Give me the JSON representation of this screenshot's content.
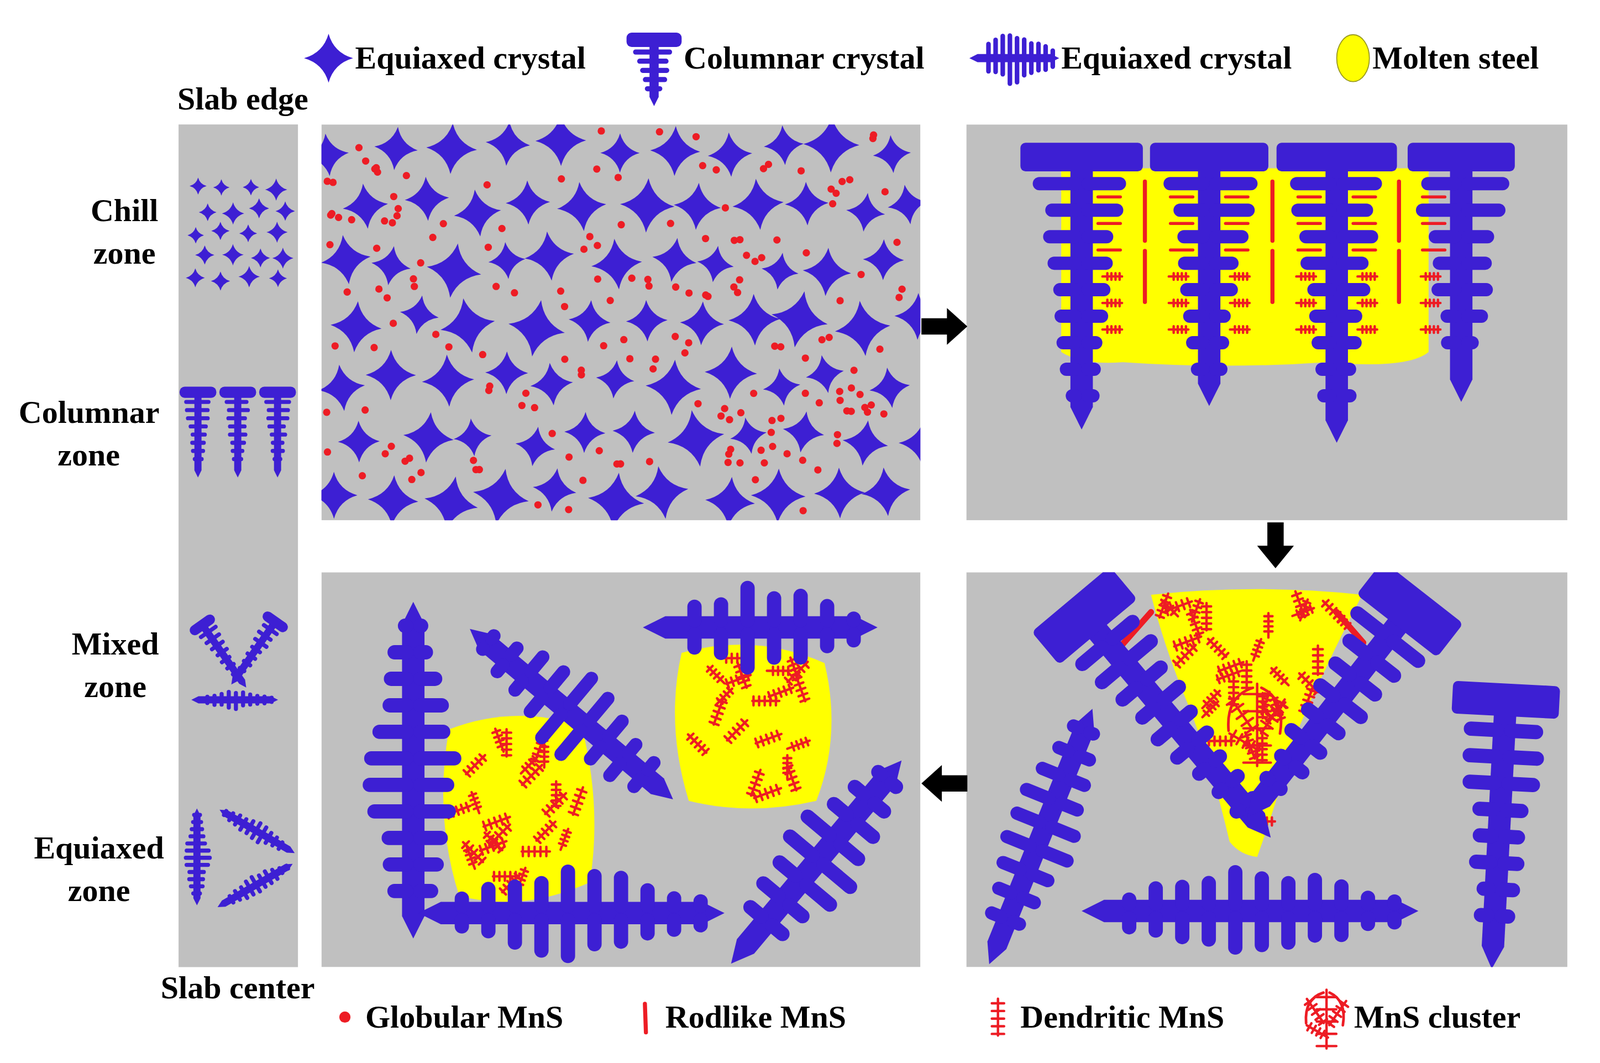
{
  "diagram": {
    "labels": [
      "Slab edge",
      "Chill zone",
      "Columnar zone",
      "Mixed zone",
      "Equiaxed zone",
      "Slab center"
    ],
    "legend": [
      {
        "text": "Equiaxed crystal"
      },
      {
        "text": "Columnar crystal"
      },
      {
        "text": "Equiaxed crystal"
      },
      {
        "text": "Molten steel",
        "color": "#ffff00"
      },
      {
        "text": "Globular MnS",
        "color": "#ed1c24"
      },
      {
        "text": "Rodlike MnS"
      },
      {
        "text": "Dendritic MnS"
      },
      {
        "text": "MnS cluster"
      }
    ]
  }
}
